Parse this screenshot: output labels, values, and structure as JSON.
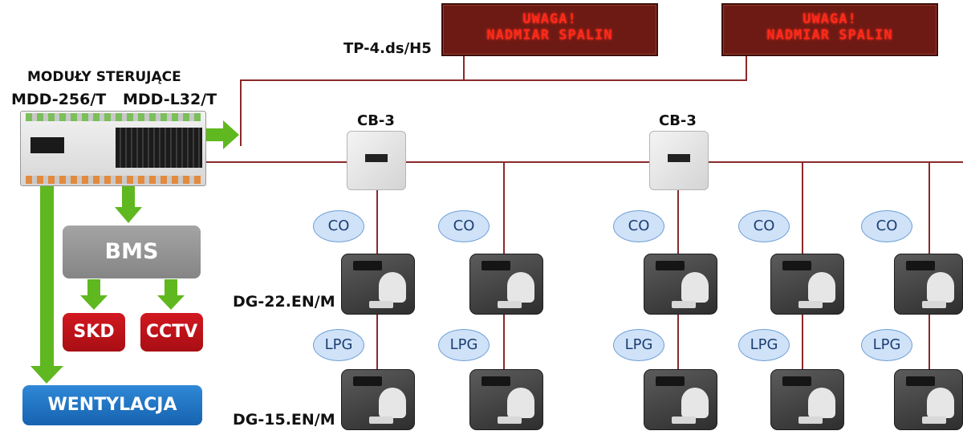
{
  "signs": [
    {
      "line1": "UWAGA!",
      "line2": "NADMIAR SPALIN"
    },
    {
      "line1": "UWAGA!",
      "line2": "NADMIAR SPALIN"
    }
  ],
  "sign_model": "TP-4.ds/H5",
  "modules": {
    "title": "MODUŁY STERUJĄCE",
    "left": "MDD-256/T",
    "right": "MDD-L32/T"
  },
  "junction_label": "CB-3",
  "gas_co": "CO",
  "gas_lpg": "LPG",
  "detector_row1": "DG-22.EN/M",
  "detector_row2": "DG-15.EN/M",
  "boxes": {
    "bms": "BMS",
    "skd": "SKD",
    "cctv": "CCTV",
    "vent": "WENTYLACJA"
  },
  "colors": {
    "wire": "#8a2a2a",
    "arrow": "#5fb81f",
    "bms": "#9a9a9a",
    "alarm": "#c4121a",
    "vent": "#1f76c8",
    "pill": "#cfe2f8"
  }
}
